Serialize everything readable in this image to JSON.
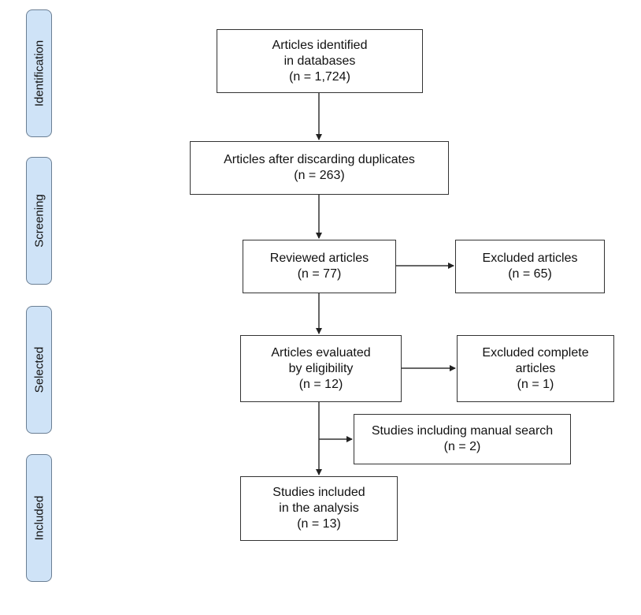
{
  "phases": [
    {
      "label": "Identification"
    },
    {
      "label": "Screening"
    },
    {
      "label": "Selected"
    },
    {
      "label": "Included"
    }
  ],
  "boxes": {
    "identified": {
      "lines": [
        "Articles identified",
        "in databases",
        "(n = 1,724)"
      ]
    },
    "deduplicated": {
      "lines": [
        "Articles after discarding duplicates",
        "(n = 263)"
      ]
    },
    "reviewed": {
      "lines": [
        "Reviewed articles",
        "(n = 77)"
      ]
    },
    "excluded_reviewed": {
      "lines": [
        "Excluded articles",
        "(n = 65)"
      ]
    },
    "eligibility": {
      "lines": [
        "Articles evaluated",
        "by eligibility",
        "(n = 12)"
      ]
    },
    "excluded_complete": {
      "lines": [
        "Excluded complete",
        "articles",
        "(n = 1)"
      ]
    },
    "manual_search": {
      "lines": [
        "Studies including manual search",
        "(n = 2)"
      ]
    },
    "included": {
      "lines": [
        "Studies included",
        "in the analysis",
        "(n = 13)"
      ]
    }
  }
}
